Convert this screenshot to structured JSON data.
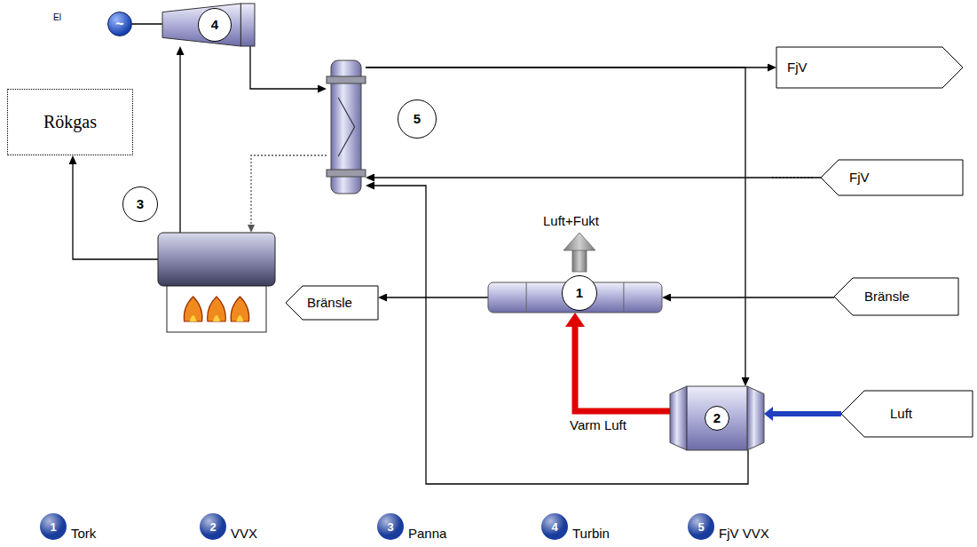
{
  "diagram": {
    "nodes": [
      {
        "text": [
          "Rökgas"
        ]
      },
      {
        "text": [
          "~"
        ]
      },
      {
        "text": [
          "4"
        ]
      },
      {
        "text": [
          "5"
        ]
      },
      {
        "text": [
          "FjV"
        ]
      },
      {
        "text": [
          "FjV"
        ]
      },
      {
        "text": [
          "3"
        ]
      },
      {
        "text": [
          "1"
        ]
      },
      {
        "text": [
          "Bränsle"
        ]
      },
      {
        "text": [
          "Bränsle"
        ]
      },
      {
        "text": [
          "2"
        ]
      },
      {
        "text": [
          "Luft"
        ]
      }
    ],
    "edges": [
      {
        "from": 9,
        "to": 7,
        "arrow": "to"
      },
      {
        "from": 7,
        "to": 8,
        "arrow": "to"
      },
      {
        "from": 11,
        "to": 10,
        "arrow": "to"
      },
      {
        "from": 10,
        "to": 7,
        "label": "Varm Luft",
        "arrow": "to"
      },
      {
        "from": 10,
        "to": 3,
        "arrow": "to"
      },
      {
        "from": 5,
        "to": 3,
        "arrow": "to"
      },
      {
        "from": 3,
        "to": 4,
        "arrow": "to"
      },
      {
        "from": 3,
        "to": 10,
        "arrow": "to"
      },
      {
        "from": 6,
        "to": 2,
        "arrow": "to"
      },
      {
        "from": 2,
        "to": 3,
        "arrow": "to"
      },
      {
        "from": 3,
        "to": 6,
        "arrow": "to"
      },
      {
        "from": 6,
        "to": 0,
        "arrow": "to"
      },
      {
        "from": 1,
        "to": 2,
        "arrow": "none"
      }
    ],
    "labels": [
      "El",
      "Luft+Fukt",
      "1",
      "2",
      "3",
      "4",
      "5"
    ],
    "legend": [
      {
        "text": "Tork",
        "color": "#1a3c9c"
      },
      {
        "text": "VVX",
        "color": "#1a3c9c"
      },
      {
        "text": "Panna",
        "color": "#1a3c9c"
      },
      {
        "text": "Turbin",
        "color": "#1a3c9c"
      },
      {
        "text": "FjV VVX",
        "color": "#1a3c9c"
      }
    ]
  }
}
